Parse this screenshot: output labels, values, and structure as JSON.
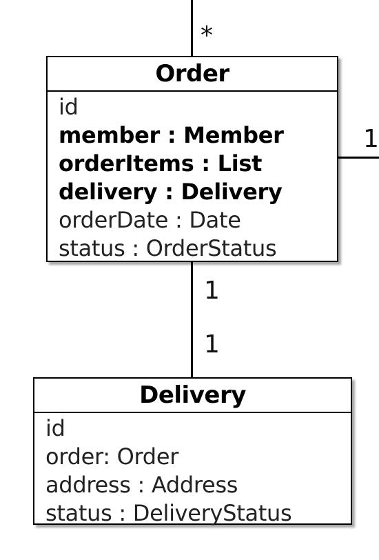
{
  "order": {
    "name": "Order",
    "attributes": [
      {
        "text": "id",
        "bold": false
      },
      {
        "text": "member : Member",
        "bold": true
      },
      {
        "text": "orderItems : List",
        "bold": true
      },
      {
        "text": "delivery : Delivery",
        "bold": true
      },
      {
        "text": "orderDate : Date",
        "bold": false
      },
      {
        "text": "status : OrderStatus",
        "bold": false
      }
    ]
  },
  "delivery": {
    "name": "Delivery",
    "attributes": [
      {
        "text": "id",
        "bold": false
      },
      {
        "text": "order: Order",
        "bold": false
      },
      {
        "text": "address : Address",
        "bold": false
      },
      {
        "text": "status : DeliveryStatus",
        "bold": false
      }
    ]
  },
  "multiplicities": {
    "top": "*",
    "right": "1",
    "order_side": "1",
    "delivery_side": "1"
  }
}
